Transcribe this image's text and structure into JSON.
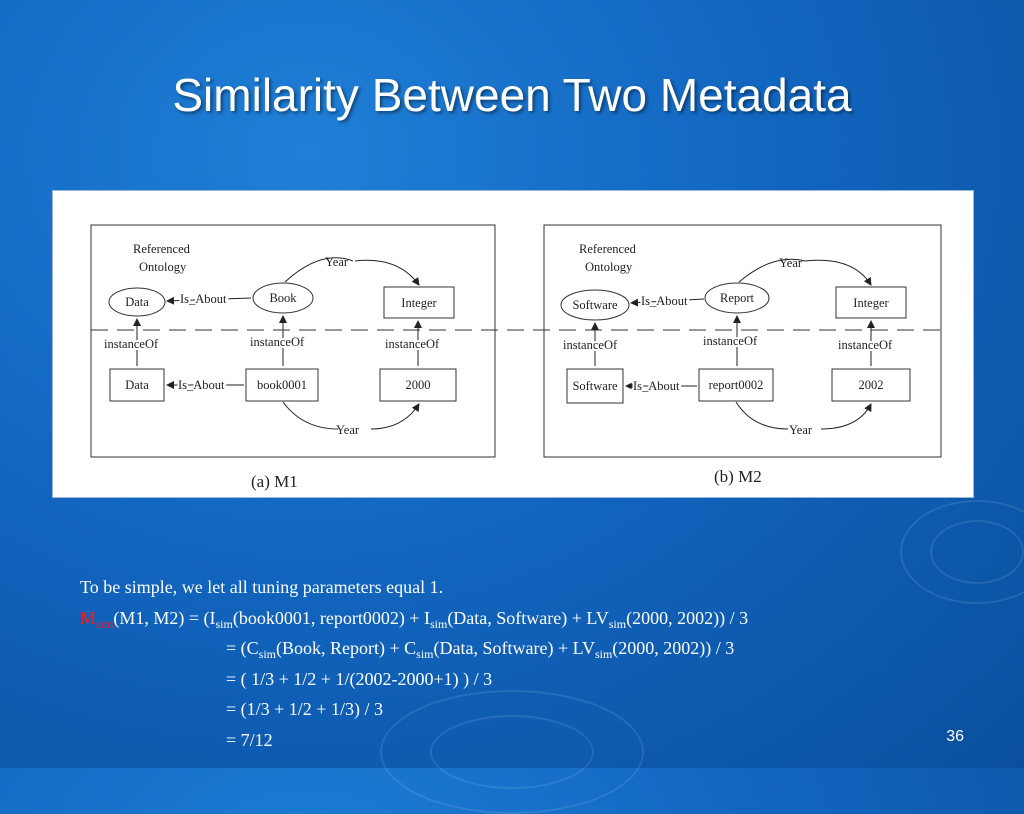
{
  "slide": {
    "title": "Similarity Between Two Metadata",
    "page_number": "36"
  },
  "figure": {
    "m1": {
      "caption": "(a) M1",
      "ref_label": [
        "Referenced",
        "Ontology"
      ],
      "top": {
        "data": "Data",
        "book": "Book",
        "integer": "Integer"
      },
      "bottom": {
        "data": "Data",
        "book": "book0001",
        "year": "2000"
      },
      "edges": {
        "year": "Year",
        "is_about": "Is_About",
        "instance_of": "instanceOf"
      }
    },
    "m2": {
      "caption": "(b) M2",
      "ref_label": [
        "Referenced",
        "Ontology"
      ],
      "top": {
        "software": "Software",
        "report": "Report",
        "integer": "Integer"
      },
      "bottom": {
        "software": "Software",
        "report": "report0002",
        "year": "2002"
      },
      "edges": {
        "year": "Year",
        "is_about": "Is_About",
        "instance_of": "instanceOf"
      }
    }
  },
  "text": {
    "intro": "To be simple, we let all tuning parameters equal 1.",
    "line1": {
      "m": "M",
      "m_sub": "sim",
      "m_args": "(M1, M2) =  (I",
      "i1_sub": "sim",
      "i1_args": "(book0001, report0002) + I",
      "i2_sub": "sim",
      "i2_args": "(Data, Software) + LV",
      "lv_sub": "sim",
      "lv_args": "(2000, 2002)) / 3"
    },
    "line2": {
      "pre": "=  (C",
      "c1_sub": "sim",
      "c1_args": "(Book, Report) + C",
      "c2_sub": "sim",
      "c2_args": "(Data, Software) + LV",
      "lv_sub": "sim",
      "lv_args": "(2000, 2002)) / 3"
    },
    "line3": "=  ( 1/3 + 1/2 + 1/(2002-2000+1) ) / 3",
    "line4": "=  (1/3 + 1/2 + 1/3) / 3",
    "line5": "= 7/12"
  },
  "colors": {
    "background": "#1266c0",
    "title": "#ffffff",
    "highlight_red": "#ff1a1a",
    "body_text": "#ffffff"
  }
}
